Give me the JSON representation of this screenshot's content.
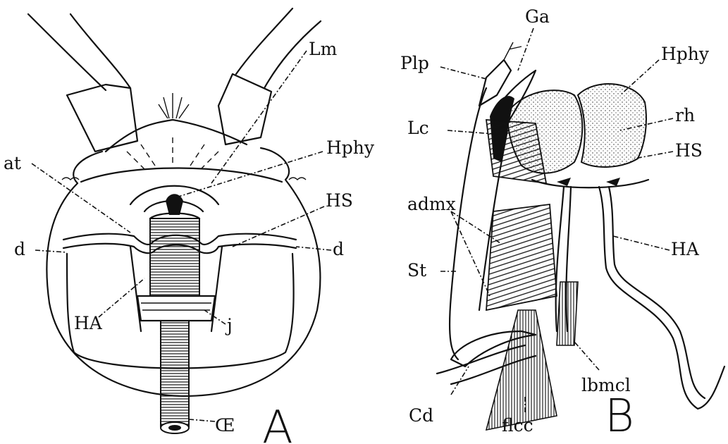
{
  "panel_a": {
    "letter": "A",
    "labels": {
      "lm": "Lm",
      "hphy": "Hphy",
      "at": "at",
      "hs": "HS",
      "d_left": "d",
      "d_right": "d",
      "ha": "HA",
      "j": "j",
      "oe": "Œ"
    }
  },
  "panel_b": {
    "letter": "B",
    "labels": {
      "ga": "Ga",
      "plp": "Plp",
      "hphy": "Hphy",
      "lc": "Lc",
      "rh": "rh",
      "hs": "HS",
      "admx": "admx",
      "ha": "HA",
      "st": "St",
      "lbmcl": "lbmcl",
      "cd": "Cd",
      "flcc": "flcc"
    }
  }
}
